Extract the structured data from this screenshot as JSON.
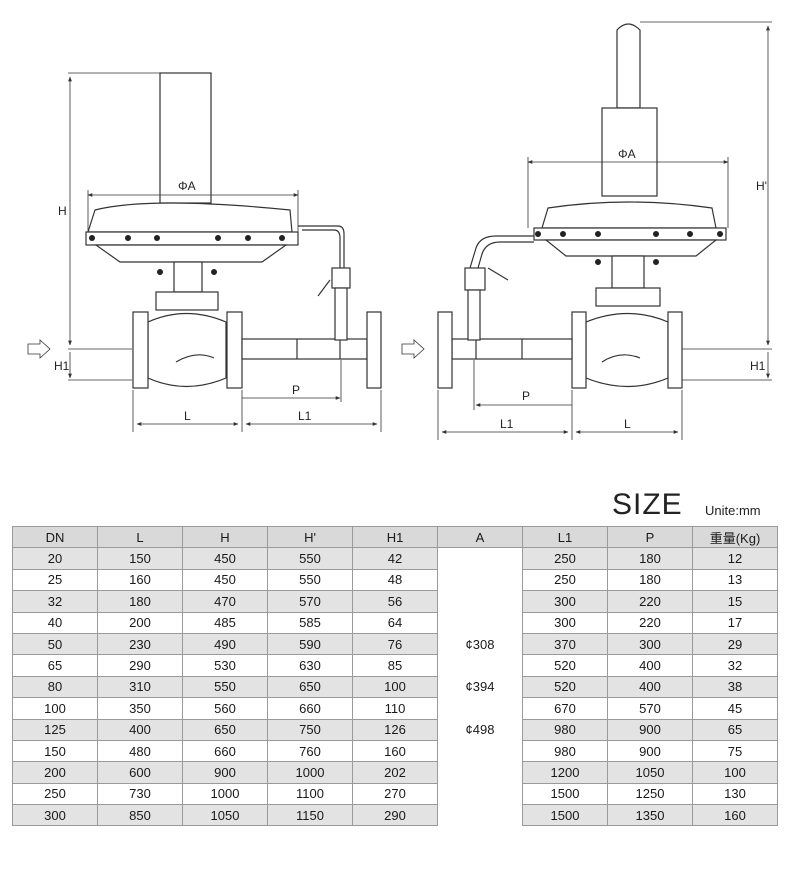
{
  "drawing": {
    "left_view": {
      "h_label": "H",
      "phi_a_label": "ΦA",
      "h1_label": "H1",
      "l_label": "L",
      "l1_label": "L1",
      "p_label": "P"
    },
    "right_view": {
      "h_prime_label": "H'",
      "phi_a_label": "ΦA",
      "h1_label": "H1",
      "l_label": "L",
      "l1_label": "L1",
      "p_label": "P"
    }
  },
  "size_title": "SIZE",
  "unit_note": "Unite:mm",
  "table": {
    "headers": [
      "DN",
      "L",
      "H",
      "H'",
      "H1",
      "A",
      "L1",
      "P",
      "重量(Kg)"
    ],
    "rows": [
      [
        "20",
        "150",
        "450",
        "550",
        "42",
        "",
        "250",
        "180",
        "12"
      ],
      [
        "25",
        "160",
        "450",
        "550",
        "48",
        "",
        "250",
        "180",
        "13"
      ],
      [
        "32",
        "180",
        "470",
        "570",
        "56",
        "",
        "300",
        "220",
        "15"
      ],
      [
        "40",
        "200",
        "485",
        "585",
        "64",
        "",
        "300",
        "220",
        "17"
      ],
      [
        "50",
        "230",
        "490",
        "590",
        "76",
        "¢308",
        "370",
        "300",
        "29"
      ],
      [
        "65",
        "290",
        "530",
        "630",
        "85",
        "",
        "520",
        "400",
        "32"
      ],
      [
        "80",
        "310",
        "550",
        "650",
        "100",
        "¢394",
        "520",
        "400",
        "38"
      ],
      [
        "100",
        "350",
        "560",
        "660",
        "110",
        "",
        "670",
        "570",
        "45"
      ],
      [
        "125",
        "400",
        "650",
        "750",
        "126",
        "¢498",
        "980",
        "900",
        "65"
      ],
      [
        "150",
        "480",
        "660",
        "760",
        "160",
        "",
        "980",
        "900",
        "75"
      ],
      [
        "200",
        "600",
        "900",
        "1000",
        "202",
        "",
        "1200",
        "1050",
        "100"
      ],
      [
        "250",
        "730",
        "1000",
        "1100",
        "270",
        "",
        "1500",
        "1250",
        "130"
      ],
      [
        "300",
        "850",
        "1050",
        "1150",
        "290",
        "",
        "1500",
        "1350",
        "160"
      ]
    ]
  }
}
